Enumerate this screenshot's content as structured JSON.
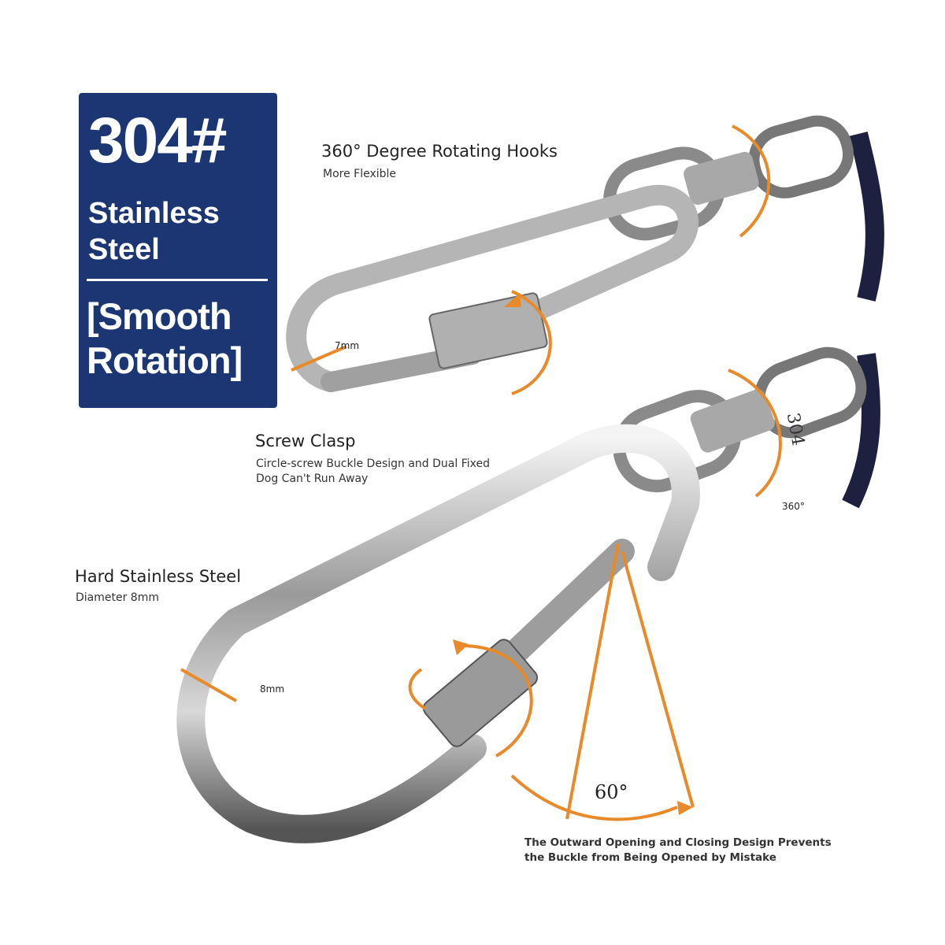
{
  "badge": {
    "grade": "304#",
    "material_line1": "Stainless",
    "material_line2": "Steel",
    "feature_line1": "[Smooth",
    "feature_line2": "Rotation]",
    "background_color": "#1c3673"
  },
  "callouts": {
    "rotating": {
      "title": "360° Degree Rotating Hooks",
      "subtitle": "More Flexible"
    },
    "screw": {
      "title": "Screw Clasp",
      "line1": "Circle-screw Buckle Design and Dual Fixed",
      "line2": "Dog Can't Run Away"
    },
    "steel": {
      "title": "Hard Stainless Steel",
      "subtitle": "Diameter 8mm"
    },
    "design": {
      "line1": "The Outward Opening and Closing Design Prevents",
      "line2": "the Buckle from Being Opened by Mistake"
    }
  },
  "measurements": {
    "top_diameter": "7mm",
    "bottom_diameter": "8mm",
    "swivel_angle": "360°",
    "gate_angle": "60°",
    "swivel_stamp": "304"
  },
  "accent_color": "#e8892a"
}
